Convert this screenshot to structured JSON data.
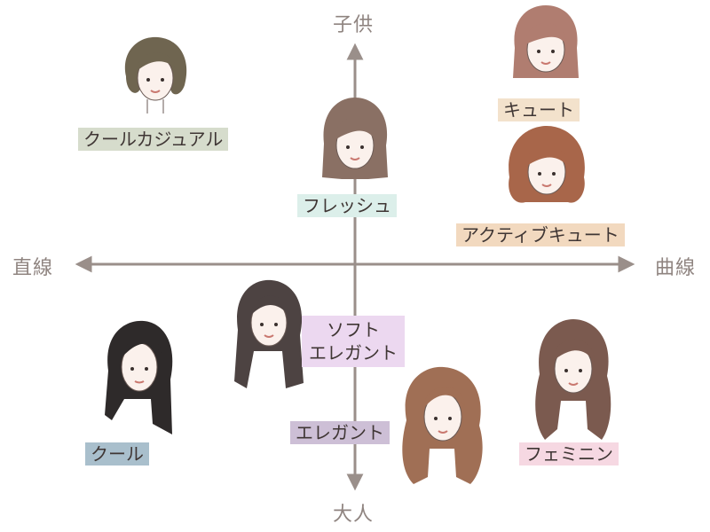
{
  "axes": {
    "top": "子供",
    "bottom": "大人",
    "left": "直線",
    "right": "曲線"
  },
  "types": {
    "cool_casual": {
      "label": "クールカジュアル",
      "color": "#d6dccc",
      "hair": "#6f6550"
    },
    "cute": {
      "label": "キュート",
      "color": "#f3e2cc",
      "hair": "#b07d70"
    },
    "fresh": {
      "label": "フレッシュ",
      "color": "#dcefea",
      "hair": "#8a7064"
    },
    "active_cute": {
      "label": "アクティブキュート",
      "color": "#f2d9bf",
      "hair": "#a8664a"
    },
    "soft_elegant": {
      "line1": "ソフト",
      "line2": "エレガント",
      "color": "#ecd8f0",
      "hair": "#4d4342"
    },
    "cool": {
      "label": "クール",
      "color": "#a9bfcc",
      "hair": "#2e2a2a"
    },
    "elegant": {
      "label": "エレガント",
      "color": "#cdbfd6",
      "hair": "#a06f55"
    },
    "feminine": {
      "label": "フェミニン",
      "color": "#f6d8e2",
      "hair": "#7b5a4f"
    }
  }
}
